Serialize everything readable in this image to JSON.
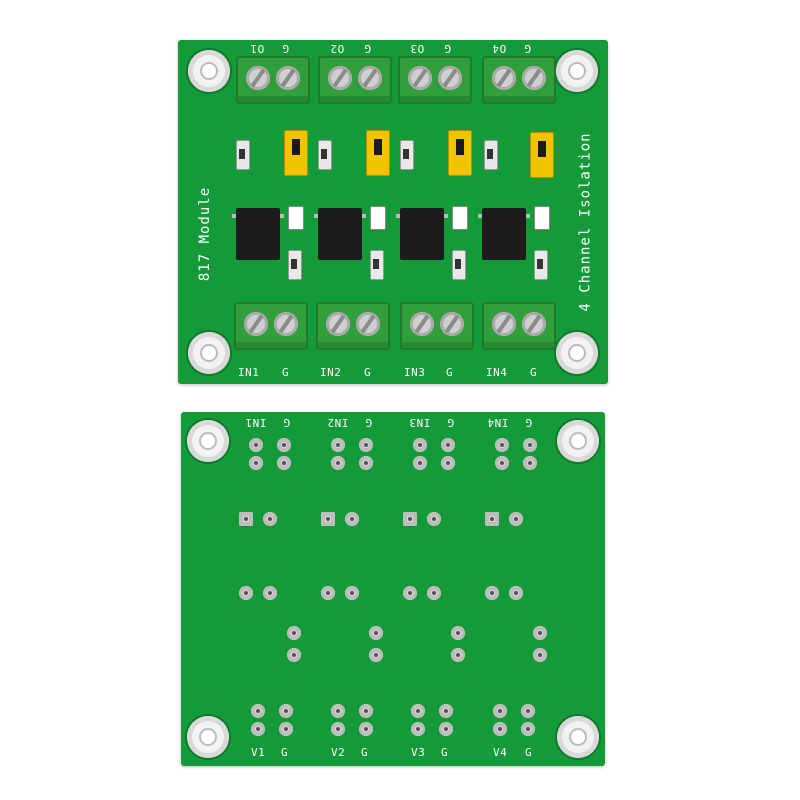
{
  "top_board": {
    "title": "817 Module",
    "side_text": "4 Channel Isolation",
    "top_labels": [
      "O1",
      "G",
      "O2",
      "G",
      "O3",
      "G",
      "O4",
      "G"
    ],
    "bottom_labels": [
      "IN1",
      "G",
      "IN2",
      "G",
      "IN3",
      "G",
      "IN4",
      "G"
    ]
  },
  "bottom_board": {
    "top_labels": [
      "IN1",
      "G",
      "IN2",
      "G",
      "IN3",
      "G",
      "IN4",
      "G"
    ],
    "bottom_labels": [
      "V1",
      "G",
      "V2",
      "G",
      "V3",
      "G",
      "V4",
      "G"
    ]
  },
  "colors": {
    "pcb": "#159a3a",
    "terminal": "#2f9e3b",
    "jumper": "#f2c400",
    "background": "#ffffff"
  }
}
